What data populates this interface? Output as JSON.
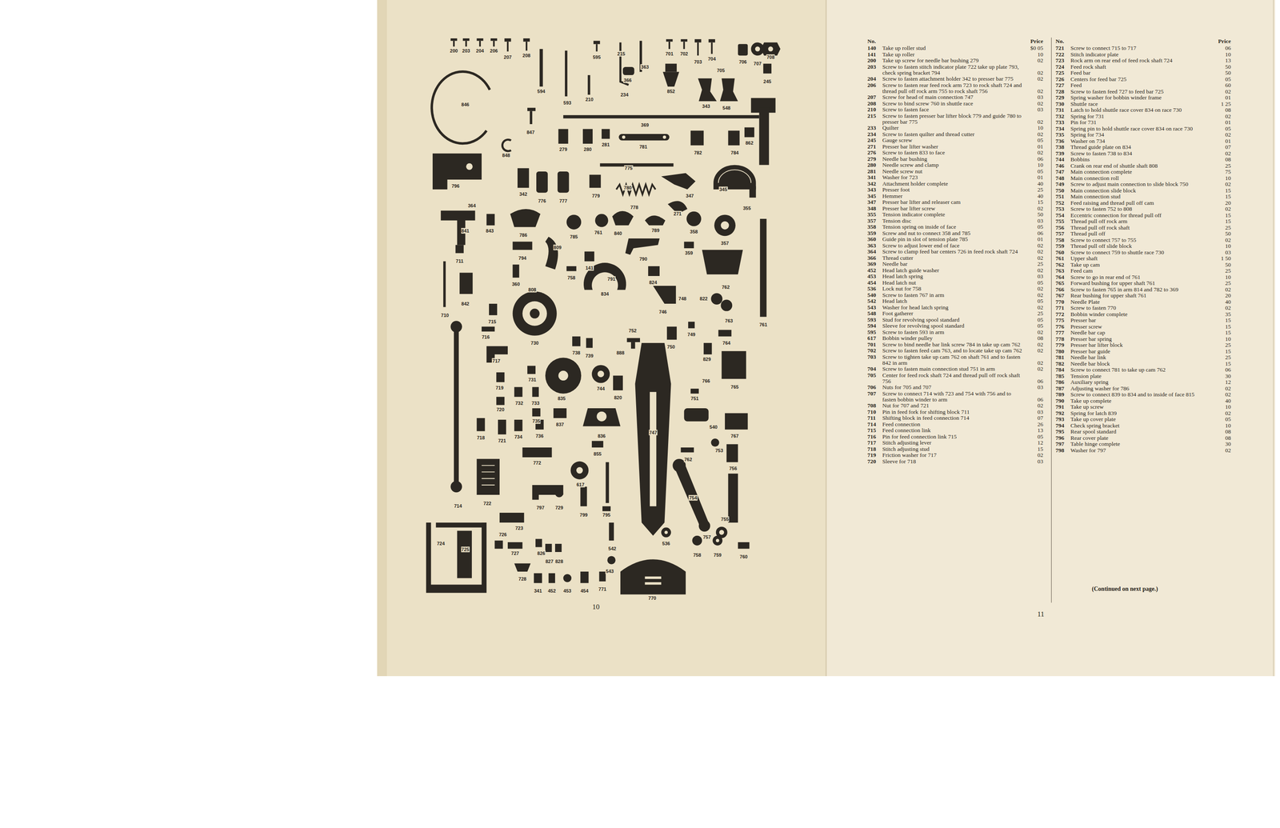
{
  "diagram": {
    "labels": [
      "200",
      "203",
      "204",
      "206",
      "207",
      "208",
      "595",
      "215",
      "363",
      "701",
      "702",
      "703",
      "704",
      "705",
      "706",
      "707",
      "708",
      "846",
      "594",
      "366",
      "234",
      "852",
      "245",
      "593",
      "210",
      "343",
      "548",
      "847",
      "369",
      "848",
      "279",
      "280",
      "281",
      "781",
      "782",
      "784",
      "862",
      "796",
      "775",
      "342",
      "776",
      "777",
      "779",
      "780",
      "778",
      "347",
      "345",
      "355",
      "364",
      "841",
      "843",
      "786",
      "785",
      "761",
      "840",
      "271",
      "789",
      "358",
      "357",
      "711",
      "794",
      "809",
      "141",
      "790",
      "359",
      "842",
      "360",
      "808",
      "758",
      "791",
      "834",
      "824",
      "748",
      "822",
      "762",
      "710",
      "715",
      "730",
      "746",
      "763",
      "761",
      "716",
      "717",
      "738",
      "739",
      "888",
      "752",
      "750",
      "749",
      "764",
      "829",
      "731",
      "766",
      "765",
      "719",
      "835",
      "744",
      "820",
      "751",
      "732",
      "733",
      "720",
      "735",
      "837",
      "836",
      "718",
      "721",
      "734",
      "736",
      "747",
      "540",
      "767",
      "855",
      "753",
      "772",
      "756",
      "617",
      "762",
      "714",
      "722",
      "797",
      "729",
      "799",
      "795",
      "754",
      "755",
      "757",
      "723",
      "726",
      "724",
      "725",
      "727",
      "826",
      "827",
      "828",
      "542",
      "536",
      "758",
      "759",
      "760",
      "728",
      "543",
      "341",
      "452",
      "453",
      "454",
      "771",
      "770",
      "10",
      "No.",
      "Price",
      "No.",
      "Price",
      "140",
      "Take up roller stud",
      "$0 05",
      "141",
      "Take up roller",
      "10",
      "200",
      "Take up screw for needle bar bushing 279",
      "02",
      "203",
      "Screw to fasten stitch indicator plate 722 take up plate 793, check spring bracket 794",
      "02",
      "204",
      "Screw to fasten attachment holder 342 to presser bar 775",
      "02",
      "206",
      "Screw to fasten rear feed rock arm 723 to rock shaft 724 and thread pull off rock arm 755 to rock shaft 756",
      "02",
      "207",
      "Screw for head of main connection 747",
      "03",
      "208",
      "Screw to bind screw 760 in shuttle race",
      "02",
      "210",
      "Screw to fasten face",
      "03",
      "215",
      "Screw to fasten presser bar lifter block 779 and guide 780 to presser bar 775",
      "02",
      "233",
      "Quilter",
      "10",
      "234",
      "Screw to fasten quilter and thread cutter",
      "02",
      "245",
      "Gauge screw",
      "05",
      "271",
      "Presser bar lifter washer",
      "01",
      "276",
      "Screw to fasten 833 to face",
      "02",
      "279",
      "Needle bar bushing",
      "06",
      "280",
      "Needle screw and clamp",
      "10",
      "281",
      "Needle screw nut",
      "05",
      "341",
      "Washer for 723",
      "01",
      "342",
      "Attachment holder complete",
      "40",
      "343",
      "Presser foot",
      "25",
      "345",
      "Hemmer",
      "40",
      "347",
      "Presser bar lifter and releaser cam",
      "15",
      "348",
      "Presser bar lifter screw",
      "02",
      "355",
      "Tension indicator complete",
      "50",
      "357",
      "Tension disc",
      "03",
      "358",
      "Tension spring on inside of face",
      "05",
      "359",
      "Screw and nut to connect 358 and 785",
      "06",
      "360",
      "Guide pin in slot of tension plate 785",
      "01",
      "363",
      "Screw to adjust lower end of face",
      "02",
      "364",
      "Screw to clamp feed bar centers 726 in feed rock shaft 724",
      "02",
      "366",
      "Thread cutter",
      "02",
      "369",
      "Needle bar",
      "25",
      "452",
      "Head latch guide washer",
      "02",
      "453",
      "Head latch spring",
      "03",
      "454",
      "Head latch nut",
      "05",
      "536",
      "Lock nut for 758",
      "02",
      "540",
      "Screw to fasten 767 in arm",
      "02",
      "542",
      "Head latch",
      "05",
      "543",
      "Washer for head latch spring",
      "02",
      "548",
      "Foot gatherer",
      "25",
      "593",
      "Stud for revolving spool standard",
      "05",
      "594",
      "Sleeve for revolving spool standard",
      "05",
      "595",
      "Screw to fasten 593 in arm",
      "02",
      "617",
      "Bobbin winder pulley",
      "08",
      "701",
      "Screw to bind needle bar link screw 784 in take up cam 762",
      "02",
      "702",
      "Screw to fasten feed cam 763, and to locate take up cam 762",
      "02",
      "703",
      "Screw to tighten take up cam 762 on shaft 761 and to fasten 842 in arm",
      "02",
      "704",
      "Screw to fasten main connection stud 751 in arm",
      "02",
      "705",
      "Center for feed rock shaft 724 and thread pull off rock shaft 756",
      "06",
      "706",
      "Nuts for 705 and 707",
      "03",
      "707",
      "Screw to connect 714 with 723 and 754 with 756 and to fasten bobbin winder to arm",
      "06",
      "708",
      "Nut for 707 and 721",
      "02",
      "710",
      "Pin in feed fork for shifting block 711",
      "03",
      "711",
      "Shifting block in feed connection 714",
      "07",
      "714",
      "Feed connection",
      "26",
      "715",
      "Feed connection link",
      "13",
      "716",
      "Pin for feed connection link 715",
      "05",
      "717",
      "Stitch adjusting lever",
      "12",
      "718",
      "Stitch adjusting stud",
      "15",
      "719",
      "Friction washer for 717",
      "02",
      "720",
      "Sleeve for 718",
      "03",
      "721",
      "Screw to connect 715 to 717",
      "06",
      "722",
      "Stitch indicator plate",
      "10",
      "723",
      "Rock arm on rear end of feed rock shaft 724",
      "13",
      "724",
      "Feed rock shaft",
      "50",
      "725",
      "Feed bar",
      "50",
      "726",
      "Centers for feed bar 725",
      "05",
      "727",
      "Feed",
      "60",
      "728",
      "Screw to fasten feed 727 to feed bar 725",
      "02",
      "729",
      "Spring washer for bobbin winder frame",
      "01",
      "730",
      "Shuttle race",
      "1 25",
      "731",
      "Latch to hold shuttle race cover 834 on race 730",
      "08",
      "732",
      "Spring for 731",
      "02",
      "733",
      "Pin for 731",
      "01",
      "734",
      "Spring pin to hold shuttle race cover 834 on race 730",
      "05",
      "735",
      "Spring for 734",
      "02",
      "736",
      "Washer on 734",
      "01",
      "738",
      "Thread guide plate on 834",
      "07",
      "739",
      "Screw to fasten 738 to 834",
      "02",
      "744",
      "Bobbins",
      "08",
      "746",
      "Crank on rear end of shuttle shaft 808",
      "25",
      "747",
      "Main connection complete",
      "75",
      "748",
      "Main connection roll",
      "10",
      "749",
      "Screw to adjust main connection to slide block 750",
      "02",
      "750",
      "Main connection slide block",
      "15",
      "751",
      "Main connection stud",
      "15",
      "752",
      "Feed raising and thread pull off cam",
      "20",
      "753",
      "Screw to fasten 752 to 808",
      "02",
      "754",
      "Eccentric connection for thread pull off",
      "15",
      "755",
      "Thread pull off rock arm",
      "15",
      "756",
      "Thread pull off rock shaft",
      "25",
      "757",
      "Thread pull off",
      "50",
      "758",
      "Screw to connect 757 to 755",
      "02",
      "759",
      "Thread pull off slide block",
      "10",
      "760",
      "Screw to connect 759 to shuttle race 730",
      "03",
      "761",
      "Upper shaft",
      "1 50",
      "762",
      "Take up cam",
      "50",
      "763",
      "Feed cam",
      "25",
      "764",
      "Screw to go in rear end of 761",
      "10",
      "765",
      "Forward bushing for upper shaft 761",
      "25",
      "766",
      "Screw to fasten 765 in arm 814 and 782 to 369",
      "02",
      "767",
      "Rear bushing for upper shaft 761",
      "20",
      "770",
      "Needle Plate",
      "40",
      "771",
      "Screw to fasten 770",
      "02",
      "772",
      "Bobbin winder complete",
      "35",
      "775",
      "Presser bar",
      "15",
      "776",
      "Presser screw",
      "15",
      "777",
      "Needle bar cap",
      "15",
      "778",
      "Presser bar spring",
      "10",
      "779",
      "Presser bar lifter block",
      "25",
      "780",
      "Presser bar guide",
      "15",
      "781",
      "Needle bar link",
      "25",
      "782",
      "Needle bar block",
      "15",
      "784",
      "Screw to connect 781 to take up cam 762",
      "06",
      "785",
      "Tension plate",
      "30",
      "786",
      "Auxiliary spring",
      "12",
      "787",
      "Adjusting washer for 786",
      "02",
      "789",
      "Screw to connect 839 to 834 and to inside of face 815",
      "02",
      "790",
      "Take up complete",
      "40",
      "791",
      "Take up screw",
      "10",
      "792",
      "Spring for latch 839",
      "02",
      "793",
      "Take up cover plate",
      "05",
      "794",
      "Check spring bracket",
      "10",
      "795",
      "Rear spool standard",
      "08",
      "796",
      "Rear cover plate",
      "08",
      "797",
      "Table hinge complete",
      "30",
      "798",
      "Washer for 797",
      "02",
      "11",
      "(Continued on next page.)"
    ]
  }
}
